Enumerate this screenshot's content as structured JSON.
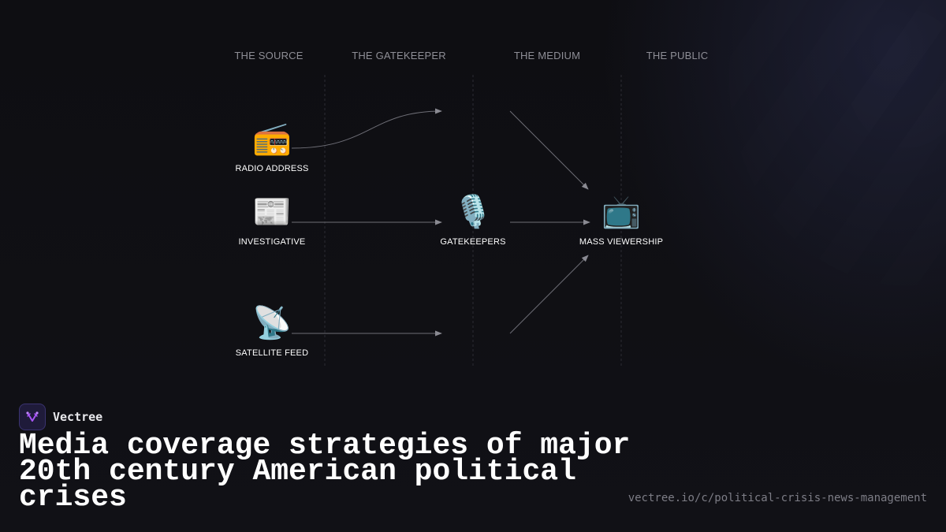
{
  "columns": [
    "THE SOURCE",
    "THE GATEKEEPER",
    "THE MEDIUM",
    "THE PUBLIC"
  ],
  "nodes": {
    "radio": {
      "icon": "📻",
      "icon_name": "radio-icon",
      "label": "RADIO ADDRESS"
    },
    "investigative": {
      "icon": "📰",
      "icon_name": "newspaper-icon",
      "label": "INVESTIGATIVE"
    },
    "satellite": {
      "icon": "📡",
      "icon_name": "satellite-dish-icon",
      "label": "SATELLITE FEED"
    },
    "gatekeepers": {
      "icon": "🎙️",
      "icon_name": "microphone-icon",
      "label": "GATEKEEPERS"
    },
    "mass": {
      "icon": "📺",
      "icon_name": "television-icon",
      "label": "MASS VIEWERSHIP"
    }
  },
  "brand": {
    "name": "Vectree"
  },
  "title": "Media coverage strategies of major 20th century American political crises",
  "url": "vectree.io/c/political-crisis-news-management",
  "colors": {
    "background": "#0f0f13",
    "header": "#8e8e96",
    "connector": "#6e6e76",
    "logo_accent": "#a855f7"
  }
}
